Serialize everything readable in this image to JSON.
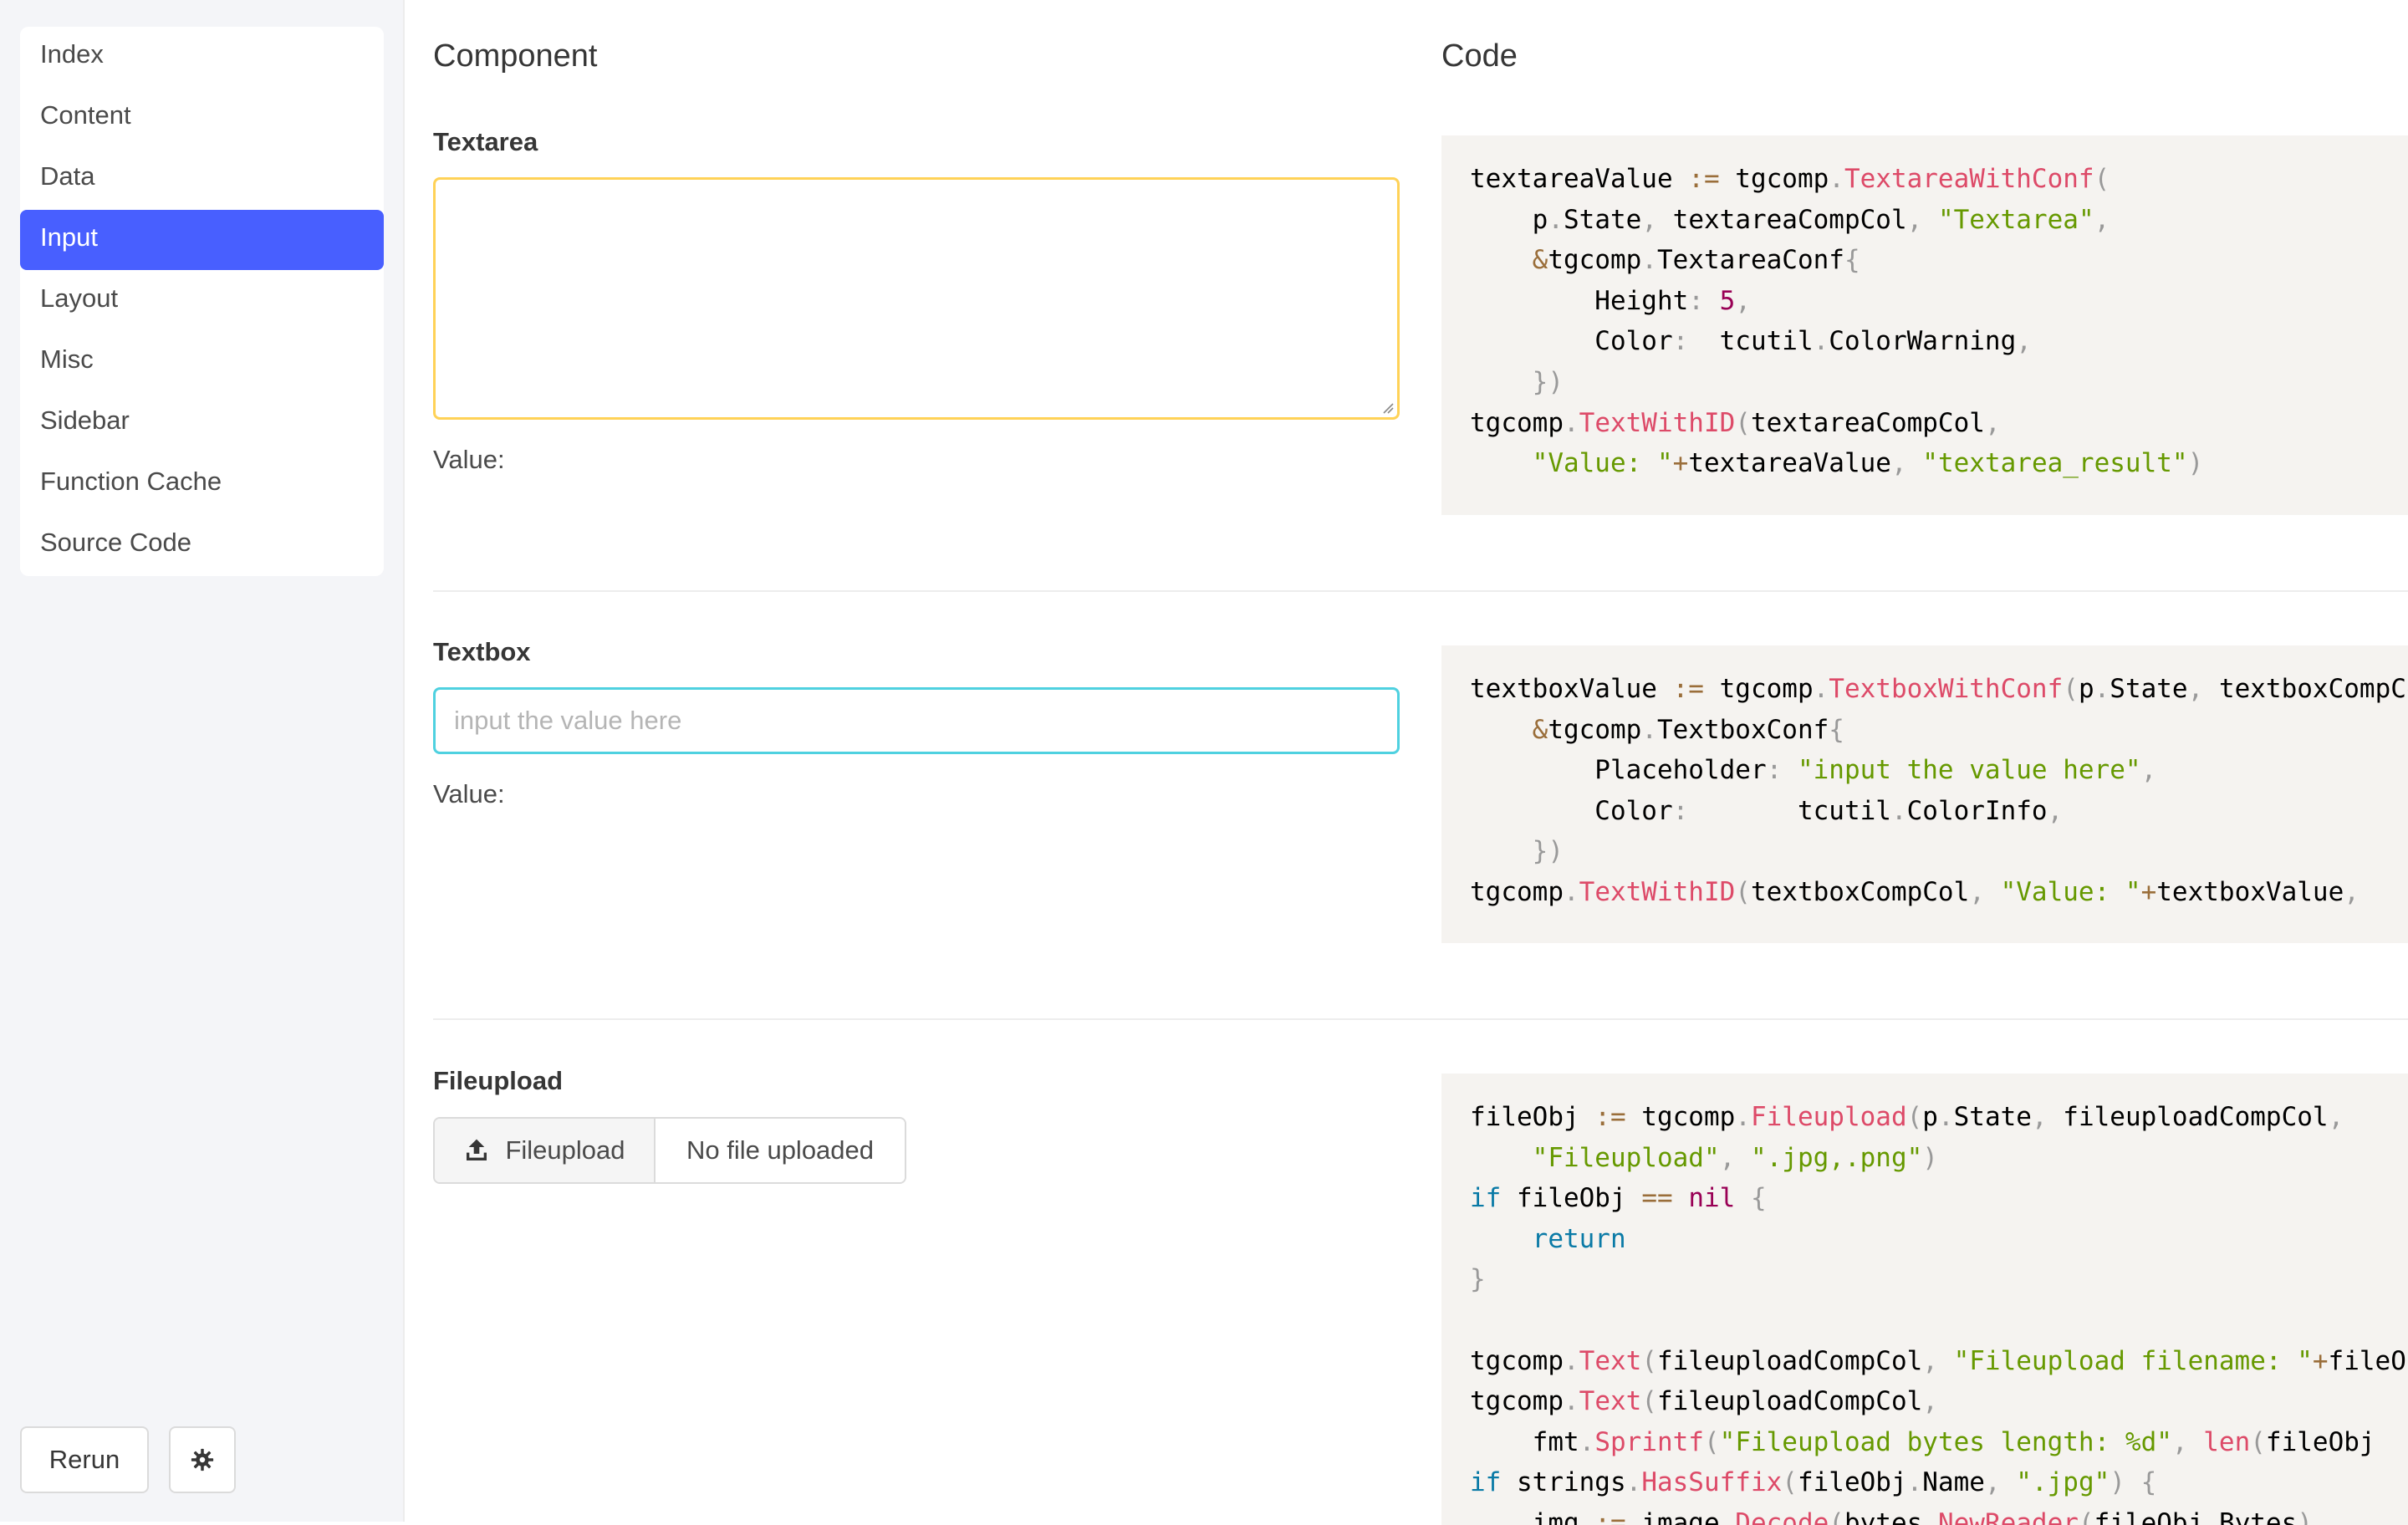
{
  "sidebar": {
    "items": [
      {
        "label": "Index"
      },
      {
        "label": "Content"
      },
      {
        "label": "Data"
      },
      {
        "label": "Input"
      },
      {
        "label": "Layout"
      },
      {
        "label": "Misc"
      },
      {
        "label": "Sidebar"
      },
      {
        "label": "Function Cache"
      },
      {
        "label": "Source Code"
      }
    ],
    "active_index": 3,
    "rerun_label": "Rerun",
    "theme_icon": "gear-icon"
  },
  "header": {
    "component_title": "Component",
    "code_title": "Code"
  },
  "sections": {
    "textarea": {
      "label": "Textarea",
      "value_label": "Value:"
    },
    "textbox": {
      "label": "Textbox",
      "placeholder": "input the value here",
      "value_label": "Value:"
    },
    "fileupload": {
      "label": "Fileupload",
      "button_label": "Fileupload",
      "status": "No file uploaded"
    }
  },
  "code": {
    "textarea": [
      [
        [
          "v",
          "textareaValue "
        ],
        [
          "o",
          ":="
        ],
        [
          "v",
          " tgcomp"
        ],
        [
          "p",
          "."
        ],
        [
          "f",
          "TextareaWithConf"
        ],
        [
          "p",
          "("
        ]
      ],
      [
        [
          "v",
          "    p"
        ],
        [
          "p",
          "."
        ],
        [
          "v",
          "State"
        ],
        [
          "p",
          ","
        ],
        [
          "v",
          " textareaCompCol"
        ],
        [
          "p",
          ","
        ],
        [
          "v",
          " "
        ],
        [
          "s",
          "\"Textarea\""
        ],
        [
          "p",
          ","
        ]
      ],
      [
        [
          "v",
          "    "
        ],
        [
          "o",
          "&"
        ],
        [
          "v",
          "tgcomp"
        ],
        [
          "p",
          "."
        ],
        [
          "v",
          "TextareaConf"
        ],
        [
          "p",
          "{"
        ]
      ],
      [
        [
          "v",
          "        Height"
        ],
        [
          "p",
          ":"
        ],
        [
          "v",
          " "
        ],
        [
          "n",
          "5"
        ],
        [
          "p",
          ","
        ]
      ],
      [
        [
          "v",
          "        Color"
        ],
        [
          "p",
          ":"
        ],
        [
          "v",
          "  tcutil"
        ],
        [
          "p",
          "."
        ],
        [
          "v",
          "ColorWarning"
        ],
        [
          "p",
          ","
        ]
      ],
      [
        [
          "p",
          "    })"
        ]
      ],
      [
        [
          "v",
          "tgcomp"
        ],
        [
          "p",
          "."
        ],
        [
          "f",
          "TextWithID"
        ],
        [
          "p",
          "("
        ],
        [
          "v",
          "textareaCompCol"
        ],
        [
          "p",
          ","
        ]
      ],
      [
        [
          "v",
          "    "
        ],
        [
          "s",
          "\"Value: \""
        ],
        [
          "o",
          "+"
        ],
        [
          "v",
          "textareaValue"
        ],
        [
          "p",
          ","
        ],
        [
          "v",
          " "
        ],
        [
          "s",
          "\"textarea_result\""
        ],
        [
          "p",
          ")"
        ]
      ]
    ],
    "textbox": [
      [
        [
          "v",
          "textboxValue "
        ],
        [
          "o",
          ":="
        ],
        [
          "v",
          " tgcomp"
        ],
        [
          "p",
          "."
        ],
        [
          "f",
          "TextboxWithConf"
        ],
        [
          "p",
          "("
        ],
        [
          "v",
          "p"
        ],
        [
          "p",
          "."
        ],
        [
          "v",
          "State"
        ],
        [
          "p",
          ","
        ],
        [
          "v",
          " textboxCompCol"
        ],
        [
          "p",
          ","
        ]
      ],
      [
        [
          "v",
          "    "
        ],
        [
          "o",
          "&"
        ],
        [
          "v",
          "tgcomp"
        ],
        [
          "p",
          "."
        ],
        [
          "v",
          "TextboxConf"
        ],
        [
          "p",
          "{"
        ]
      ],
      [
        [
          "v",
          "        Placeholder"
        ],
        [
          "p",
          ":"
        ],
        [
          "v",
          " "
        ],
        [
          "s",
          "\"input the value here\""
        ],
        [
          "p",
          ","
        ]
      ],
      [
        [
          "v",
          "        Color"
        ],
        [
          "p",
          ":"
        ],
        [
          "v",
          "       tcutil"
        ],
        [
          "p",
          "."
        ],
        [
          "v",
          "ColorInfo"
        ],
        [
          "p",
          ","
        ]
      ],
      [
        [
          "p",
          "    })"
        ]
      ],
      [
        [
          "v",
          "tgcomp"
        ],
        [
          "p",
          "."
        ],
        [
          "f",
          "TextWithID"
        ],
        [
          "p",
          "("
        ],
        [
          "v",
          "textboxCompCol"
        ],
        [
          "p",
          ","
        ],
        [
          "v",
          " "
        ],
        [
          "s",
          "\"Value: \""
        ],
        [
          "o",
          "+"
        ],
        [
          "v",
          "textboxValue"
        ],
        [
          "p",
          ","
        ]
      ]
    ],
    "fileupload": [
      [
        [
          "v",
          "fileObj "
        ],
        [
          "o",
          ":="
        ],
        [
          "v",
          " tgcomp"
        ],
        [
          "p",
          "."
        ],
        [
          "f",
          "Fileupload"
        ],
        [
          "p",
          "("
        ],
        [
          "v",
          "p"
        ],
        [
          "p",
          "."
        ],
        [
          "v",
          "State"
        ],
        [
          "p",
          ","
        ],
        [
          "v",
          " fileuploadCompCol"
        ],
        [
          "p",
          ","
        ]
      ],
      [
        [
          "v",
          "    "
        ],
        [
          "s",
          "\"Fileupload\""
        ],
        [
          "p",
          ","
        ],
        [
          "v",
          " "
        ],
        [
          "s",
          "\".jpg,.png\""
        ],
        [
          "p",
          ")"
        ]
      ],
      [
        [
          "k",
          "if"
        ],
        [
          "v",
          " fileObj "
        ],
        [
          "o",
          "=="
        ],
        [
          "v",
          " "
        ],
        [
          "n",
          "nil"
        ],
        [
          "v",
          " "
        ],
        [
          "p",
          "{"
        ]
      ],
      [
        [
          "v",
          "    "
        ],
        [
          "k",
          "return"
        ]
      ],
      [
        [
          "p",
          "}"
        ]
      ],
      [
        [
          "v",
          ""
        ]
      ],
      [
        [
          "v",
          "tgcomp"
        ],
        [
          "p",
          "."
        ],
        [
          "f",
          "Text"
        ],
        [
          "p",
          "("
        ],
        [
          "v",
          "fileuploadCompCol"
        ],
        [
          "p",
          ","
        ],
        [
          "v",
          " "
        ],
        [
          "s",
          "\"Fileupload filename: \""
        ],
        [
          "o",
          "+"
        ],
        [
          "v",
          "fileObj"
        ]
      ],
      [
        [
          "v",
          "tgcomp"
        ],
        [
          "p",
          "."
        ],
        [
          "f",
          "Text"
        ],
        [
          "p",
          "("
        ],
        [
          "v",
          "fileuploadCompCol"
        ],
        [
          "p",
          ","
        ]
      ],
      [
        [
          "v",
          "    fmt"
        ],
        [
          "p",
          "."
        ],
        [
          "f",
          "Sprintf"
        ],
        [
          "p",
          "("
        ],
        [
          "s",
          "\"Fileupload bytes length: %d\""
        ],
        [
          "p",
          ","
        ],
        [
          "v",
          " "
        ],
        [
          "f",
          "len"
        ],
        [
          "p",
          "("
        ],
        [
          "v",
          "fileObj"
        ]
      ],
      [
        [
          "k",
          "if"
        ],
        [
          "v",
          " strings"
        ],
        [
          "p",
          "."
        ],
        [
          "f",
          "HasSuffix"
        ],
        [
          "p",
          "("
        ],
        [
          "v",
          "fileObj"
        ],
        [
          "p",
          "."
        ],
        [
          "v",
          "Name"
        ],
        [
          "p",
          ","
        ],
        [
          "v",
          " "
        ],
        [
          "s",
          "\".jpg\""
        ],
        [
          "p",
          ")"
        ],
        [
          "v",
          " "
        ],
        [
          "p",
          "{"
        ]
      ],
      [
        [
          "v",
          "    img "
        ],
        [
          "o",
          ":="
        ],
        [
          "v",
          " image"
        ],
        [
          "p",
          "."
        ],
        [
          "f",
          "Decode"
        ],
        [
          "p",
          "("
        ],
        [
          "v",
          "bytes"
        ],
        [
          "p",
          "."
        ],
        [
          "f",
          "NewReader"
        ],
        [
          "p",
          "("
        ],
        [
          "v",
          "fileObj"
        ],
        [
          "p",
          "."
        ],
        [
          "v",
          "Bytes"
        ],
        [
          "p",
          ")"
        ]
      ]
    ]
  }
}
